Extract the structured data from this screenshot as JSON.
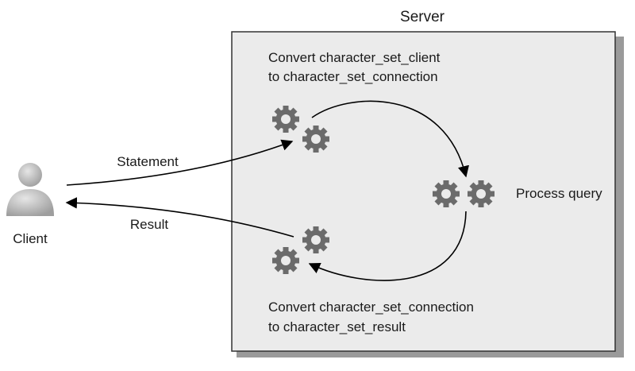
{
  "diagram": {
    "server_label": "Server",
    "client_label": "Client",
    "statement_label": "Statement",
    "result_label": "Result",
    "step_top": {
      "line1": "Convert character_set_client",
      "line2": "to character_set_connection"
    },
    "step_process": "Process query",
    "step_bottom": {
      "line1": "Convert character_set_connection",
      "line2": "to character_set_result"
    },
    "icons": {
      "client": "user-icon",
      "gears": "gears-icon"
    },
    "colors": {
      "server_box_fill": "#ebebeb",
      "server_box_border": "#333333",
      "shadow": "#9a9a9a",
      "gear": "#6b6b6b",
      "user": "#b9b9b9",
      "arrow": "#000000"
    }
  }
}
